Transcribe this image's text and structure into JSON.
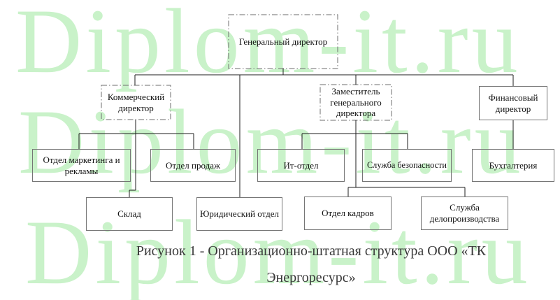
{
  "colors": {
    "background": "#ffffff",
    "watermark": "#c9f2c9",
    "box_border": "#757575",
    "connector": "#1c1c1c",
    "text": "#111111"
  },
  "watermark": {
    "text": "Diplom-it.ru"
  },
  "org_chart": {
    "type": "org-tree",
    "nodes": [
      {
        "id": "general-director",
        "label": "Генеральный директор",
        "border": "dash-dot",
        "parent": null
      },
      {
        "id": "commercial-director",
        "label": "Коммерческий директор",
        "border": "dash-dot",
        "parent": "general-director"
      },
      {
        "id": "deputy-general-director",
        "label": "Заместитель генерального директора",
        "border": "dash-dot",
        "parent": "general-director"
      },
      {
        "id": "financial-director",
        "label": "Финансовый директор",
        "border": "solid",
        "parent": "general-director"
      },
      {
        "id": "marketing-advertising-dept",
        "label": "Отдел маркетинга и рекламы",
        "border": "solid",
        "parent": "commercial-director"
      },
      {
        "id": "sales-dept",
        "label": "Отдел продаж",
        "border": "solid",
        "parent": "commercial-director"
      },
      {
        "id": "it-dept",
        "label": "Ит-отдел",
        "border": "solid",
        "parent": "deputy-general-director"
      },
      {
        "id": "security-service",
        "label": "Служба безопасности",
        "border": "solid",
        "parent": "deputy-general-director"
      },
      {
        "id": "accounting",
        "label": "Бухгалтерия",
        "border": "solid",
        "parent": "financial-director"
      },
      {
        "id": "warehouse",
        "label": "Склад",
        "border": "solid",
        "parent": "commercial-director"
      },
      {
        "id": "legal-dept",
        "label": "Юридический отдел",
        "border": "solid",
        "parent": "general-director"
      },
      {
        "id": "hr-dept",
        "label": "Отдел кадров",
        "border": "solid",
        "parent": "deputy-general-director"
      },
      {
        "id": "clerical-service",
        "label": "Служба делопроизводства",
        "border": "solid",
        "parent": "deputy-general-director"
      }
    ]
  },
  "caption": {
    "line1": "Рисунок 1 - Организационно-штатная структура ООО «ТК",
    "line2": "Энергоресурс»"
  }
}
